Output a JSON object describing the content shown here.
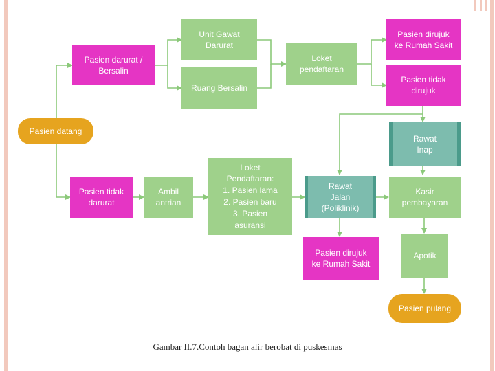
{
  "nodes": {
    "pasien_datang": "Pasien datang",
    "pasien_darurat": "Pasien darurat /\nBersalin",
    "unit_gawat_darurat": "Unit Gawat\nDarurat",
    "ruang_bersalin": "Ruang Bersalin",
    "loket_pendaftaran_top": "Loket\npendaftaran",
    "pasien_dirujuk_top": "Pasien dirujuk\nke Rumah Sakit",
    "pasien_tidak_dirujuk": "Pasien tidak\ndirujuk",
    "rawat_inap": "Rawat\nInap",
    "pasien_tidak_darurat": "Pasien tidak\ndarurat",
    "ambil_antrian": "Ambil\nantrian",
    "loket_pendaftaran_bottom": "Loket\nPendaftaran:\n1. Pasien lama\n2. Pasien baru\n3. Pasien\nasuransi",
    "rawat_jalan": "Rawat\nJalan\n(Poliklinik)",
    "kasir_pembayaran": "Kasir\npembayaran",
    "pasien_dirujuk_bottom": "Pasien dirujuk\nke Rumah Sakit",
    "apotik": "Apotik",
    "pasien_pulang": "Pasien pulang"
  },
  "colors": {
    "magenta": "#e535c4",
    "green": "#9fd18b",
    "teal": "#7dbcae",
    "amber": "#e6a41f",
    "arrow": "#8cc97a",
    "frame": "#f2c9bd"
  },
  "caption": "Gambar II.7.Contoh bagan alir berobat di puskesmas"
}
